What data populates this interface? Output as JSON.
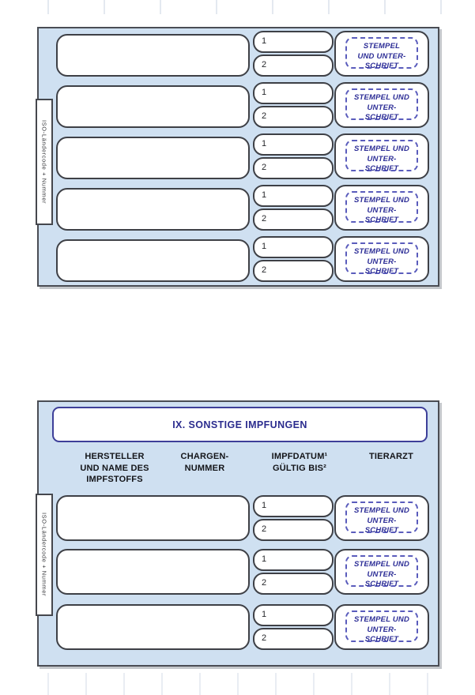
{
  "colors": {
    "panel_background": "#cfe0f1",
    "box_border": "#3e4046",
    "stamp_dash_blue": "#5a5cbc",
    "stamp_text_blue": "#2c2d96",
    "title_blue": "#2b2c8e",
    "header_text": "#141519"
  },
  "top_panel": {
    "side_label": "ISO-Ländercode + Nummer",
    "rows": [
      {
        "num1": "1",
        "num2": "2",
        "stamp_lines": [
          "STEMPEL",
          "UND UNTER-",
          "SCHRIFT"
        ]
      },
      {
        "num1": "1",
        "num2": "2",
        "stamp_lines": [
          "STEMPEL UND",
          "UNTER-",
          "SCHRIFT"
        ]
      },
      {
        "num1": "1",
        "num2": "2",
        "stamp_lines": [
          "STEMPEL UND",
          "UNTER-",
          "SCHRIFT"
        ]
      },
      {
        "num1": "1",
        "num2": "2",
        "stamp_lines": [
          "STEMPEL UND",
          "UNTER-",
          "SCHRIFT"
        ]
      },
      {
        "num1": "1",
        "num2": "2",
        "stamp_lines": [
          "STEMPEL UND",
          "UNTER-",
          "SCHRIFT"
        ]
      }
    ]
  },
  "bottom_panel": {
    "title": "IX. SONSTIGE IMPFUNGEN",
    "side_label": "ISO-Ländercode + Nummer",
    "columns": [
      {
        "lines": [
          "HERSTELLER",
          "UND NAME DES",
          "IMPFSTOFFS"
        ]
      },
      {
        "lines": [
          "CHARGEN-",
          "NUMMER"
        ]
      },
      {
        "lines": [
          "IMPFDATUM¹",
          "GÜLTIG BIS²"
        ]
      },
      {
        "lines": [
          "TIERARZT"
        ]
      }
    ],
    "rows": [
      {
        "num1": "1",
        "num2": "2",
        "stamp_lines": [
          "STEMPEL UND",
          "UNTER-",
          "SCHRIFT"
        ]
      },
      {
        "num1": "1",
        "num2": "2",
        "stamp_lines": [
          "STEMPEL UND",
          "UNTER-",
          "SCHRIFT"
        ]
      },
      {
        "num1": "1",
        "num2": "2",
        "stamp_lines": [
          "STEMPEL UND",
          "UNTER-",
          "SCHRIFT"
        ]
      }
    ]
  }
}
